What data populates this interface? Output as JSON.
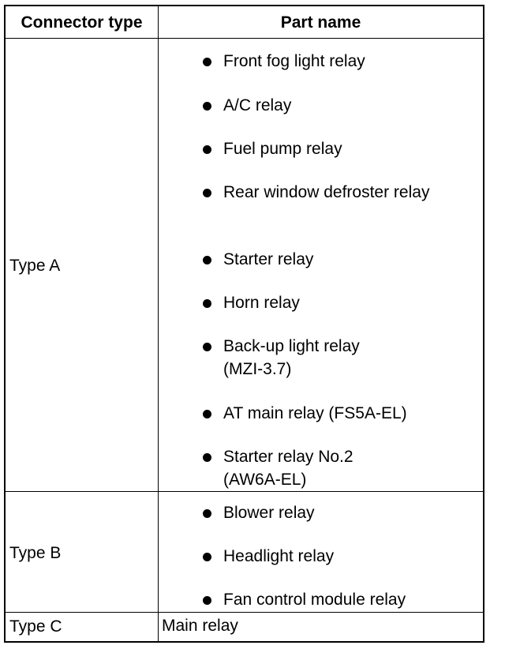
{
  "header": {
    "connector_type": "Connector type",
    "part_name": "Part name"
  },
  "rows": [
    {
      "type": "Type A",
      "parts": [
        "Front fog light relay",
        "A/C relay",
        "Fuel pump relay",
        "Rear window defroster relay",
        "Starter relay",
        "Horn relay",
        "Back-up light relay (MZI-3.7)",
        "AT main relay (FS5A-EL)",
        "Starter relay No.2 (AW6A-EL)"
      ]
    },
    {
      "type": "Type B",
      "parts": [
        "Blower relay",
        "Headlight relay",
        "Fan control module relay"
      ]
    },
    {
      "type": "Type C",
      "part": "Main relay"
    }
  ]
}
